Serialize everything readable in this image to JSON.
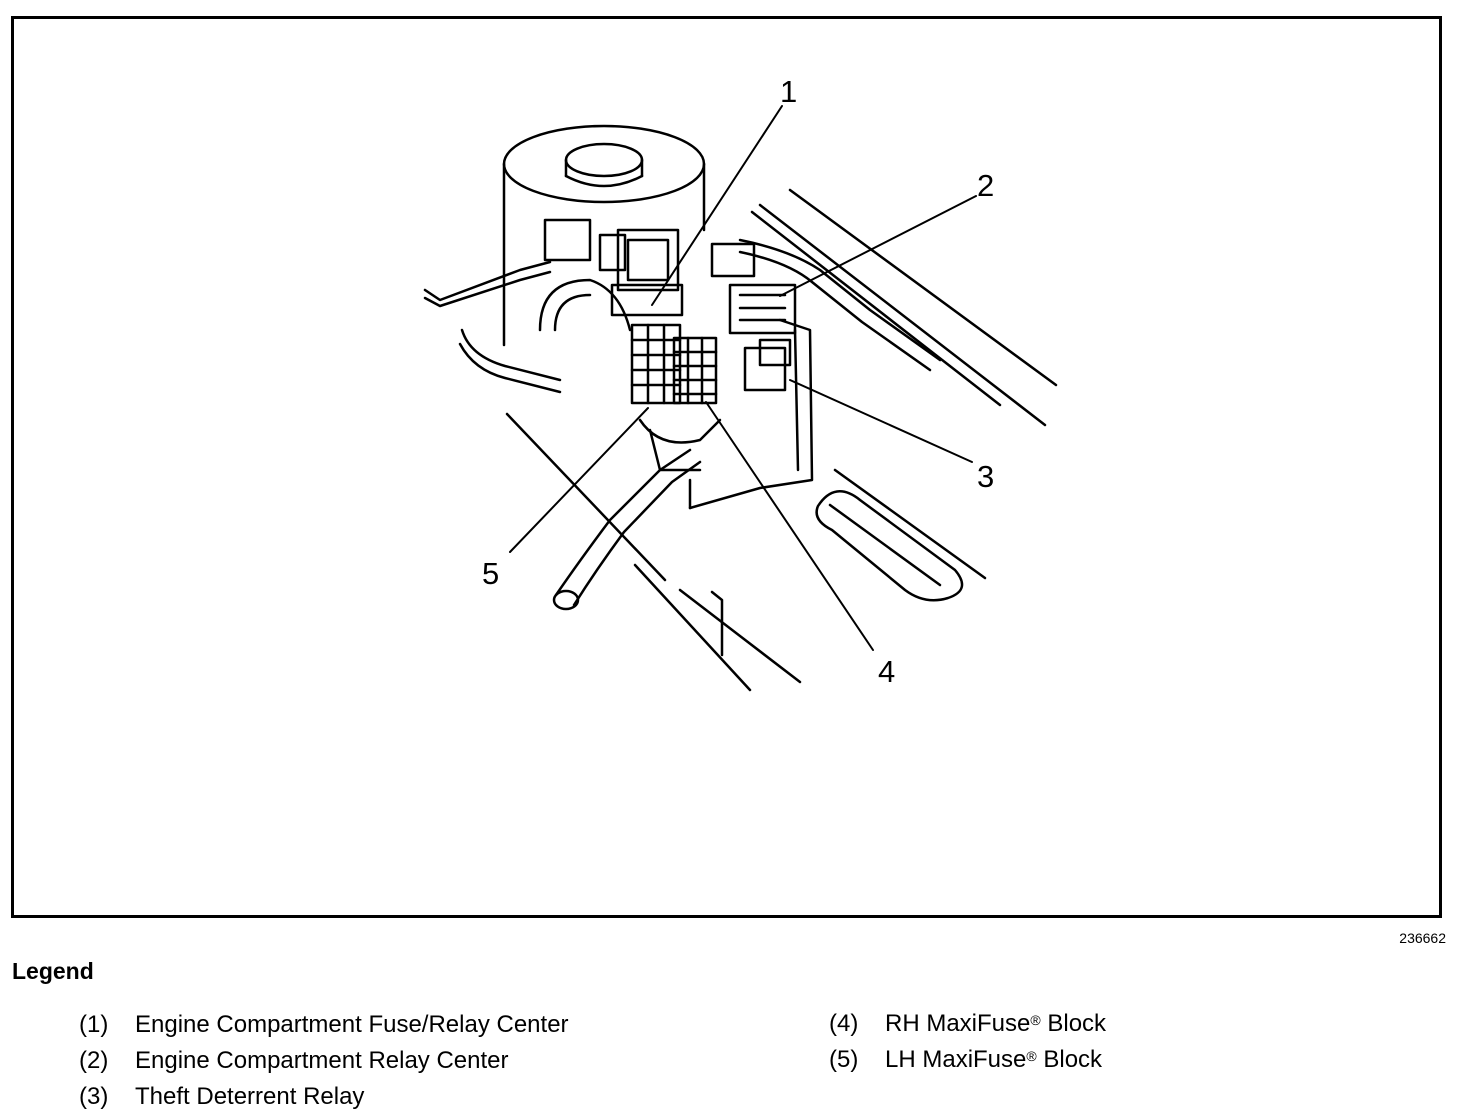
{
  "figure": {
    "id": "236662",
    "callouts": [
      "1",
      "2",
      "3",
      "4",
      "5"
    ]
  },
  "legend": {
    "title": "Legend",
    "items": [
      {
        "num": "(1)",
        "text": "Engine Compartment Fuse/Relay Center"
      },
      {
        "num": "(2)",
        "text": "Engine Compartment Relay Center"
      },
      {
        "num": "(3)",
        "text": "Theft Deterrent Relay"
      },
      {
        "num": "(4)",
        "text": "RH MaxiFuse",
        "mark": "®",
        "suffix": " Block"
      },
      {
        "num": "(5)",
        "text": "LH MaxiFuse",
        "mark": "®",
        "suffix": " Block"
      }
    ]
  }
}
